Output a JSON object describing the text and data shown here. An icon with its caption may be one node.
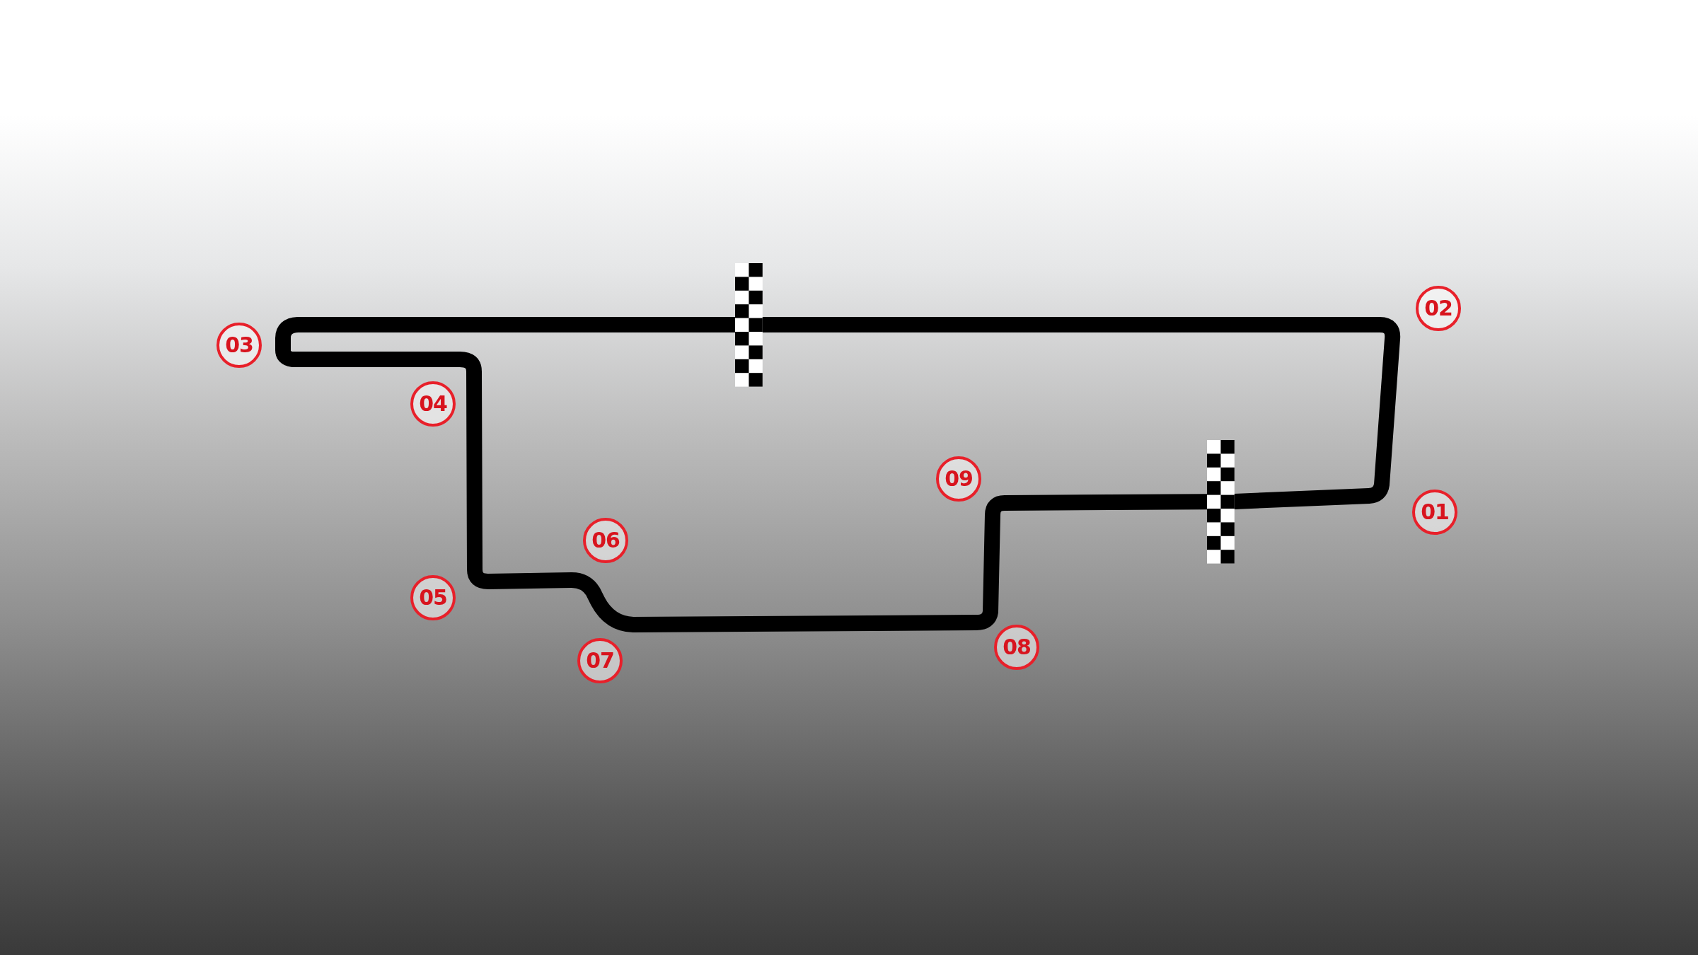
{
  "diagram": {
    "labels": [
      "02",
      "03",
      "04",
      "09",
      "01",
      "06",
      "05",
      "08",
      "07"
    ]
  }
}
